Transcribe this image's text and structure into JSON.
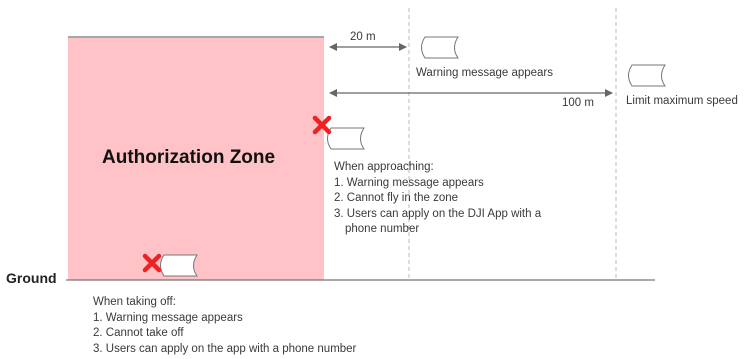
{
  "colors": {
    "zone_fill": "#ffc2c6",
    "zone_top_line": "#888888",
    "dashed_line": "#bbbbbb",
    "arrow": "#666666",
    "cross": "#ee2222"
  },
  "icons": [
    "drone-flag-icon",
    "red-cross-icon",
    "double-arrow-icon"
  ],
  "zone": {
    "title": "Authorization Zone"
  },
  "ground": {
    "label": "Ground"
  },
  "distances": {
    "near": {
      "label": "20 m",
      "caption": "Warning message appears"
    },
    "far": {
      "label": "100 m",
      "caption": "Limit maximum speed"
    }
  },
  "approach": {
    "heading": "When approaching:",
    "items": [
      "1. Warning message appears",
      "2. Cannot fly in the zone",
      "3. Users can apply on the DJI App with a",
      "phone number"
    ]
  },
  "takeoff": {
    "heading": "When taking off:",
    "items": [
      "1. Warning message appears",
      "2. Cannot take off",
      "3. Users can apply on the app with a phone number"
    ]
  }
}
